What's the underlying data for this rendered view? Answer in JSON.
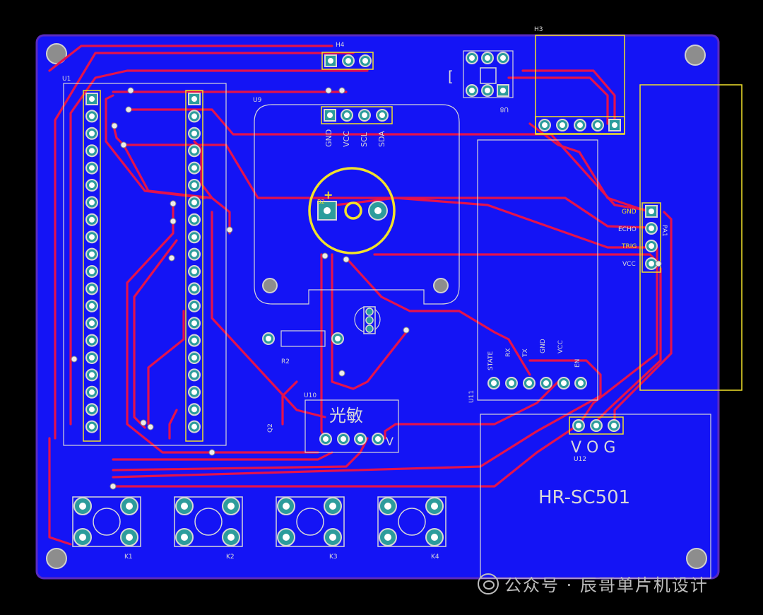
{
  "board": {
    "designators": {
      "u1": "U1",
      "h4": "H4",
      "h3": "H3",
      "u9": "U9",
      "u8": "U8",
      "b2": "B2",
      "r2": "R2",
      "q2": "Q2",
      "u10": "U10",
      "u11": "U11",
      "u12": "U12",
      "pa1": "PA1",
      "k1": "K1",
      "k2": "K2",
      "k3": "K3",
      "k4": "K4"
    },
    "oled_pins": [
      "GND",
      "VCC",
      "SCL",
      "SDA"
    ],
    "ultrasonic_pins": [
      "GND",
      "ECHO",
      "TRIG",
      "VCC"
    ],
    "bluetooth_pins": [
      "STATE",
      "RX",
      "TX",
      "GND",
      "VCC",
      "EN"
    ],
    "photo_module_label": "光敏",
    "photo_module_mark": "V",
    "pir_pins": "V O G",
    "pir_module_label": "HR-SC501",
    "buzzer_polarity": "+",
    "bracket_mark": "["
  },
  "colors": {
    "background": "#000000",
    "board": "#1414f5",
    "trace": "#e4124c",
    "silk_yellow": "#f2e22a",
    "silk_white": "#d7d7d7",
    "pad": "#2c9c9c"
  },
  "watermark": {
    "text": "公众号 · 辰哥单片机设计"
  }
}
